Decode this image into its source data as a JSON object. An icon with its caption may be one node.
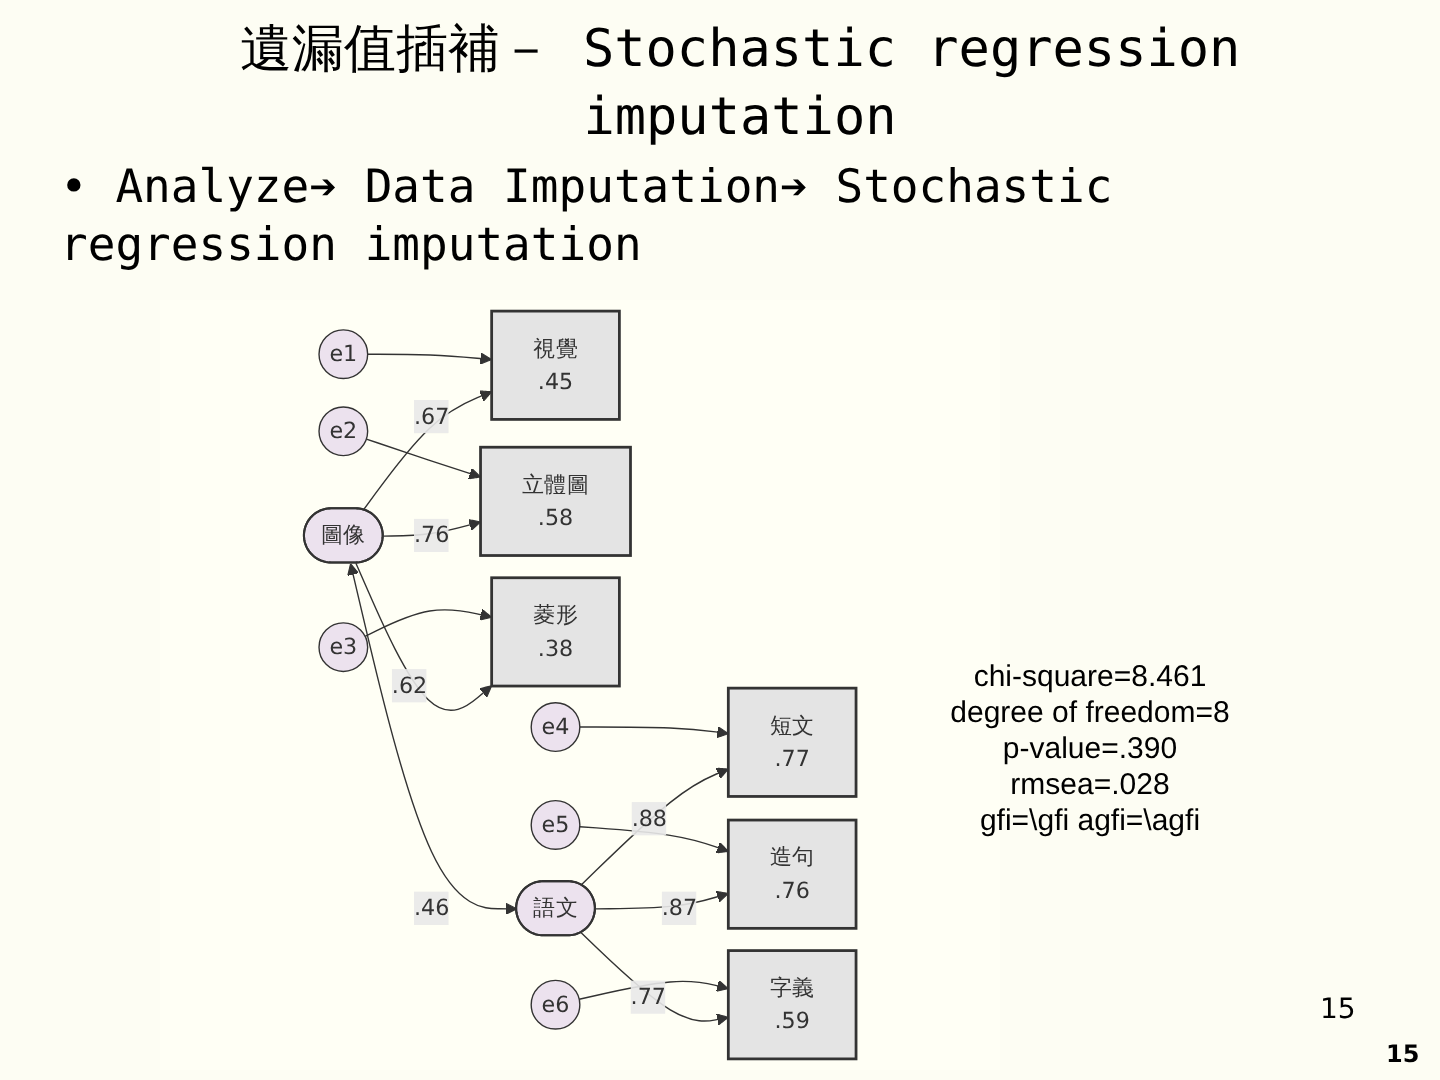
{
  "diagram": {
    "title": "遺漏值插補－ Stochastic regression imputation",
    "nodes": [
      {
        "text": [
          "圖像"
        ]
      },
      {
        "text": [
          "視覺",
          ".45"
        ]
      },
      {
        "text": [
          "立體圖",
          ".58"
        ]
      },
      {
        "text": [
          "菱形",
          ".38"
        ]
      },
      {
        "text": [
          "語文"
        ]
      },
      {
        "text": [
          "短文",
          ".77"
        ]
      },
      {
        "text": [
          "造句",
          ".76"
        ]
      },
      {
        "text": [
          "字義",
          ".59"
        ]
      },
      {
        "text": [
          "e1"
        ]
      },
      {
        "text": [
          "e2"
        ]
      },
      {
        "text": [
          "e3"
        ]
      },
      {
        "text": [
          "e4"
        ]
      },
      {
        "text": [
          "e5"
        ]
      },
      {
        "text": [
          "e6"
        ]
      }
    ],
    "edges": [
      {
        "from": 0,
        "to": 1,
        "arrow": "to",
        "label": ".67"
      },
      {
        "from": 0,
        "to": 2,
        "arrow": "to",
        "label": ".76"
      },
      {
        "from": 0,
        "to": 3,
        "arrow": "to",
        "label": ".62"
      },
      {
        "from": 4,
        "to": 5,
        "arrow": "to",
        "label": ".88"
      },
      {
        "from": 4,
        "to": 6,
        "arrow": "to",
        "label": ".87"
      },
      {
        "from": 4,
        "to": 7,
        "arrow": "to",
        "label": ".77"
      },
      {
        "from": 0,
        "to": 4,
        "arrow": "both",
        "label": ".46"
      },
      {
        "from": 8,
        "to": 1,
        "arrow": "to"
      },
      {
        "from": 9,
        "to": 2,
        "arrow": "to"
      },
      {
        "from": 10,
        "to": 3,
        "arrow": "to"
      },
      {
        "from": 11,
        "to": 5,
        "arrow": "to"
      },
      {
        "from": 12,
        "to": 6,
        "arrow": "to"
      },
      {
        "from": 13,
        "to": 7,
        "arrow": "to"
      }
    ],
    "labels": [
      "• Analyze➔ Data Imputation➔ Stochastic regression imputation",
      "chi-square=8.461",
      "degree of freedom=8",
      "p-value=.390",
      "rmsea=.028",
      "gfi=\\gfi  agfi=\\agfi",
      "15",
      "15"
    ]
  }
}
